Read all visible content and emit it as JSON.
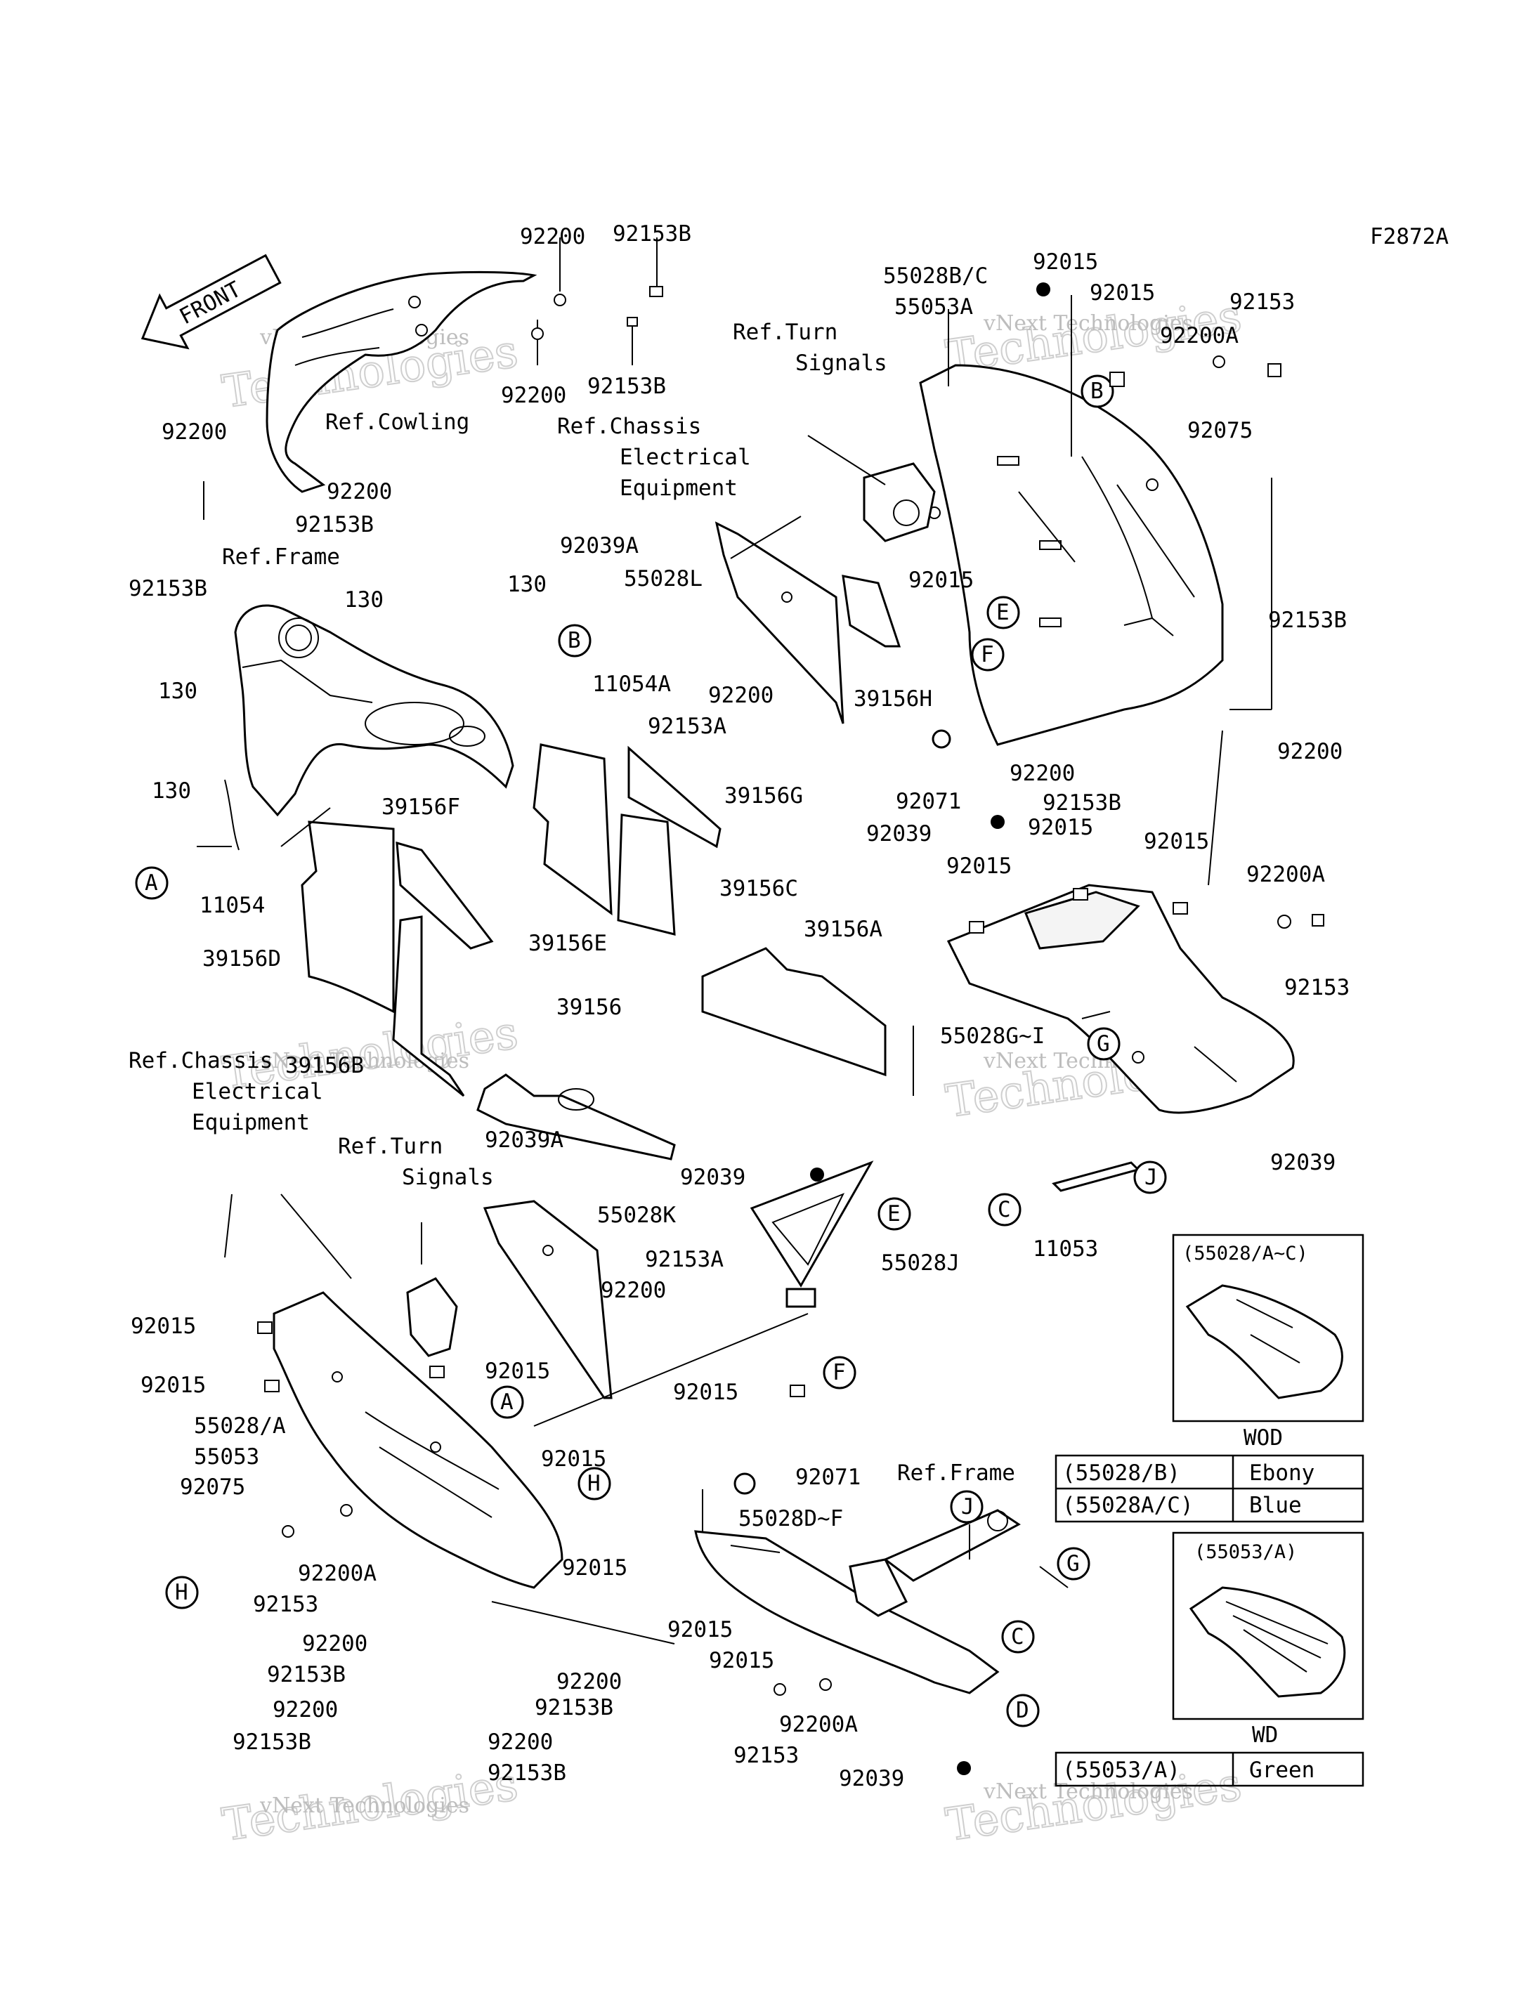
{
  "figure_code": "F2872A",
  "front_arrow": "FRONT",
  "refs": {
    "cowling": "Ref.Cowling",
    "chassis_elec_top": [
      "Ref.Chassis",
      "Electrical",
      "Equipment"
    ],
    "turn_signals_top": [
      "Ref.Turn",
      "Signals"
    ],
    "frame_top": "Ref.Frame",
    "chassis_elec_bottom": [
      "Ref.Chassis",
      "Electrical",
      "Equipment"
    ],
    "turn_signals_bottom": [
      "Ref.Turn",
      "Signals"
    ],
    "frame_bottom": "Ref.Frame"
  },
  "watermark": {
    "small": "vNext Technologies",
    "large": "Technologies",
    "v_next": "vNext"
  },
  "part_labels": {
    "p_92200_a": "92200",
    "p_92153b_a": "92153B",
    "p_92200_b": "92200",
    "p_92153b_b": "92153B",
    "p_92200_c": "92200",
    "p_92200_d": "92200",
    "p_92153b_c": "92153B",
    "p_92153b_d": "92153B",
    "p_130_a": "130",
    "p_130_b": "130",
    "p_11054a": "11054A",
    "p_130_c": "130",
    "p_130_d": "130",
    "p_11054": "11054",
    "p_39156f": "39156F",
    "p_39156d": "39156D",
    "p_39156b": "39156B",
    "p_39156e": "39156E",
    "p_39156g": "39156G",
    "p_39156c": "39156C",
    "p_39156a": "39156A",
    "p_39156": "39156",
    "p_92039a_top": "92039A",
    "p_55028l": "55028L",
    "p_92200_e": "92200",
    "p_92153a_top": "92153A",
    "p_39156h": "39156H",
    "p_55028bc": "55028B/C",
    "p_55053a": "55053A",
    "p_92015_t1": "92015",
    "p_92015_t2": "92015",
    "p_92153_t": "92153",
    "p_92200a_t": "92200A",
    "p_92075_t": "92075",
    "p_92015_t3": "92015",
    "p_92153b_r": "92153B",
    "p_92200_r": "92200",
    "p_92071_t": "92071",
    "p_92039_t": "92039",
    "p_92200_r2": "92200",
    "p_92153b_r2": "92153B",
    "p_92015_m1": "92015",
    "p_92015_m2": "92015",
    "p_92015_m3": "92015",
    "p_92200a_m": "92200A",
    "p_92153_m": "92153",
    "p_55028g": "55028G~I",
    "p_92039_m": "92039",
    "p_11053": "11053",
    "p_92039a_b": "92039A",
    "p_55028k": "55028K",
    "p_92039_b": "92039",
    "p_55028j": "55028J",
    "p_92153a_b": "92153A",
    "p_92200_b2": "92200",
    "p_92015_b1": "92015",
    "p_92015_b2": "92015",
    "p_92015_b3": "92015",
    "p_92015_b4": "92015",
    "p_55028_a": "55028/A",
    "p_55053": "55053",
    "p_92015_b5": "92015",
    "p_92071_b": "92071",
    "p_92075_b": "92075",
    "p_92200a_b": "92200A",
    "p_92153_b": "92153",
    "p_55028df": "55028D~F",
    "p_92015_b6": "92015",
    "p_92015_b7": "92015",
    "p_92015_b8": "92015",
    "p_92200_b3": "92200",
    "p_92153b_b3": "92153B",
    "p_92200_b4": "92200",
    "p_92153b_b4": "92153B",
    "p_92200_b5": "92200",
    "p_92153b_b5": "92153B",
    "p_92200_b6": "92200",
    "p_92153b_b6": "92153B",
    "p_92200a_b2": "92200A",
    "p_92153_b2": "92153",
    "p_92039_b2": "92039"
  },
  "callouts": {
    "B1": "B",
    "B2": "B",
    "A1": "A",
    "A2": "A",
    "E1": "E",
    "F1": "F",
    "E2": "E",
    "F2": "F",
    "G1": "G",
    "G2": "G",
    "J1": "J",
    "J2": "J",
    "C1": "C",
    "C2": "C",
    "H1": "H",
    "H2": "H",
    "D1": "D"
  },
  "inset_wod": {
    "header": "(55028/A~C)",
    "caption": "WOD",
    "rows": [
      {
        "code": "(55028/B)",
        "color": "Ebony"
      },
      {
        "code": "(55028A/C)",
        "color": "Blue"
      }
    ]
  },
  "inset_wd": {
    "header": "(55053/A)",
    "caption": "WD",
    "rows": [
      {
        "code": "(55053/A)",
        "color": "Green"
      }
    ]
  }
}
